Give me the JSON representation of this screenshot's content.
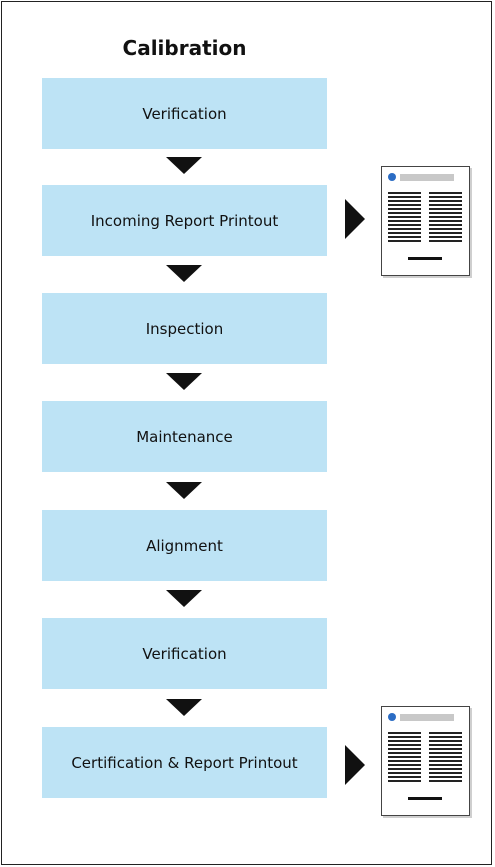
{
  "title": "Calibration",
  "steps": [
    {
      "label": "Verification"
    },
    {
      "label": "Incoming Report Printout"
    },
    {
      "label": "Inspection"
    },
    {
      "label": "Maintenance"
    },
    {
      "label": "Alignment"
    },
    {
      "label": "Verification"
    },
    {
      "label": "Certification & Report Printout"
    }
  ],
  "icons": {
    "flow_arrow": "arrow-down-icon",
    "output_arrow": "arrow-right-icon",
    "document": "document-icon"
  },
  "colors": {
    "step_fill": "#bde3f5",
    "arrow": "#111111",
    "doc_dot": "#2b6cc4"
  }
}
